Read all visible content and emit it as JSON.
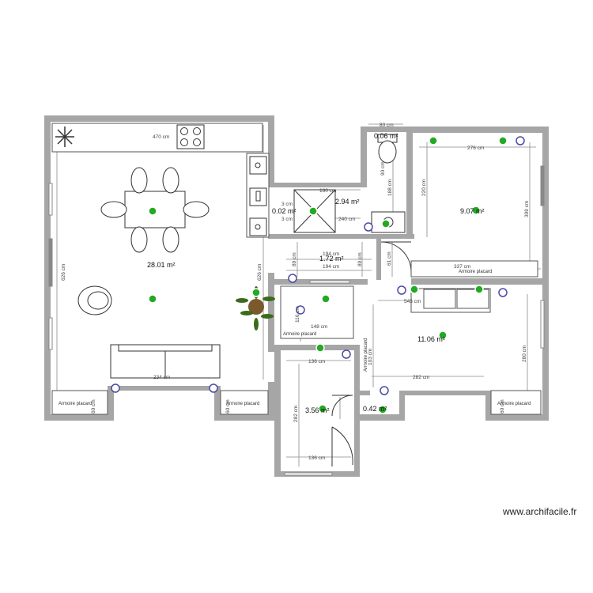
{
  "rooms": {
    "main": "28.01 m²",
    "bedroom1": "9.07 m²",
    "bedroom2": "11.06 m²",
    "bath": "2.94 m²",
    "hall": "1.72 m²",
    "bath2": "3.56 m²",
    "small1": "0.06 m²",
    "small2": "0.02 m²",
    "small3": "0.42 m²"
  },
  "dims": {
    "d470": "470 cm",
    "d626a": "626 cm",
    "d626b": "626 cm",
    "d234": "234 cm",
    "d80": "80 cm",
    "d276": "276 cm",
    "d220": "220 cm",
    "d309": "309 cm",
    "d337": "337 cm",
    "d160": "160 cm",
    "d240": "240 cm",
    "d188": "188 cm",
    "d90": "90 cm",
    "d3a": "3 cm",
    "d3b": "3 cm",
    "d194a": "194 cm",
    "d194b": "194 cm",
    "d89a": "89 cm",
    "d89b": "89 cm",
    "d61": "61 cm",
    "d543": "543 cm",
    "d116": "116 cm",
    "d148": "148 cm",
    "d282a": "282 cm",
    "d282b": "282 cm",
    "d103": "103 cm",
    "d280": "280 cm",
    "d136a": "136 cm",
    "d136b": "136 cm",
    "d60a": "60 cm",
    "d60b": "60 cm",
    "d60c": "60 cm"
  },
  "closets": {
    "c1": "Armoire placard",
    "c2": "Armoire placard",
    "c3": "Armoire placard",
    "c4": "Armoire placard",
    "c5": "Armoire placard",
    "c6": "Armoire placard"
  },
  "watermark": "www.archifacile.fr",
  "colors": {
    "wall": "#a6a6a6",
    "dim": "#777777",
    "marker": "#22aa22",
    "outlet": "#4a4aa8"
  }
}
